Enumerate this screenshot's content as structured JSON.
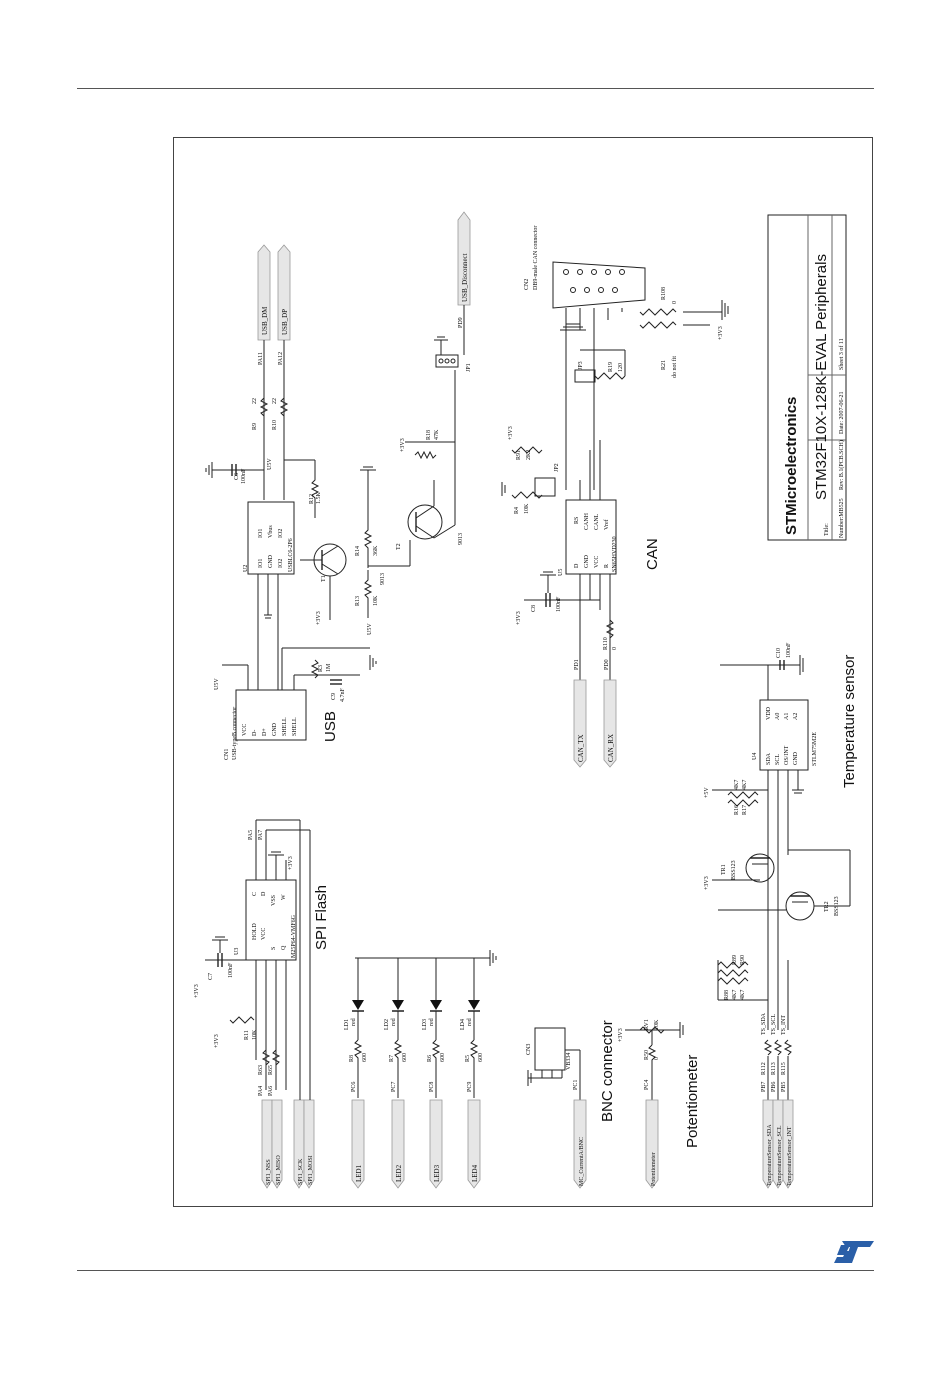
{
  "header": {},
  "footer": {
    "logo": "st-logo-icon"
  },
  "schematic": {
    "sections": {
      "usb": "USB",
      "spi_flash": "SPI Flash",
      "can": "CAN",
      "temperature": "Temperature sensor",
      "bnc": "BNC connector",
      "potentiometer": "Potentiometer"
    },
    "title_block": {
      "company": "STMicroelectronics",
      "title_label": "Title:",
      "title": "STM32F10X-128K-EVAL Peripherals",
      "number": "Number:MB525",
      "rev": "Rev: B.1(PCB.SCH)",
      "date": "Date: 2007-06-21",
      "sheet": "Sheet 3   of   11"
    },
    "usb_nets": {
      "dm": "USB_DM",
      "dp": "USB_DP",
      "disconnect": "USB_Disconnect"
    },
    "usb_pins": {
      "pa11": "PA11",
      "pa12": "PA12",
      "pd9": "PD9",
      "u5v": "U5V",
      "u5v2": "U5V",
      "u5v3": "U5V",
      "p3v3": "+3V3",
      "p3v3b": "+3V3"
    },
    "usb_parts": {
      "r9": "R9",
      "r9v": "22",
      "r10": "R10",
      "r10v": "22",
      "c6": "C6",
      "c6v": "100nF",
      "r12": "R12",
      "r12v": "1.5K",
      "r18": "R18",
      "r18v": "47K",
      "jp1": "JP1",
      "t1": "T1",
      "t1v": "9013",
      "t2": "T2",
      "t2v": "9013",
      "r14": "R14",
      "r14v": "36K",
      "r13": "R13",
      "r13v": "10K",
      "u2": "U2",
      "u2name": "USBLC6-2P6",
      "u2p1": "IO1",
      "u2p2": "GND",
      "u2p3": "IO2",
      "u2p4": "IO2",
      "u2p5": "Vbus",
      "u2p6": "IO1",
      "r3": "R3",
      "r3v": "1M",
      "c9": "C9",
      "c9v": "4.7nF",
      "cn1": "CN1",
      "cn1name": "USB-typeB connector",
      "cn1p1": "VCC",
      "cn1p2": "D-",
      "cn1p3": "D+",
      "cn1p4": "GND",
      "cn1p5": "SHELL",
      "cn1p6": "SHELL"
    },
    "can_parts": {
      "cn2": "CN2",
      "cn2name": "DB9-male CAN connector",
      "r108": "R108",
      "r108v": "0",
      "r21": "R21",
      "r21v": "do not fit",
      "jp3": "JP3",
      "r19": "R19",
      "r19v": "120",
      "r91": "R91",
      "r91v": "2K2",
      "jp2": "JP2",
      "r4": "R4",
      "r4v": "10K",
      "u5": "U5",
      "u5name": "SN65HVD230",
      "u5p1": "D",
      "u5p2": "GND",
      "u5p3": "VCC",
      "u5p4": "R",
      "u5p5": "Vref",
      "u5p6": "CANL",
      "u5p7": "CANH",
      "u5p8": "RS",
      "c8": "C8",
      "c8v": "100nF",
      "r110": "R110",
      "r110v": "0",
      "pd1": "PD1",
      "pd0": "PD0",
      "p3v3": "+3V3",
      "p3v3b": "+3V3",
      "can_tx": "CAN_TX",
      "can_rx": "CAN_RX"
    },
    "spi_parts": {
      "u3": "U3",
      "u3name": "M25P64-VMF6G",
      "u3p1": "S",
      "u3p2": "Q",
      "u3p3": "W",
      "u3p4": "VSS",
      "u3p5": "D",
      "u3p6": "C",
      "u3p7": "HOLD",
      "u3p8": "VCC",
      "c7": "C7",
      "c7v": "100nF",
      "r11": "R11",
      "r11v": "10K",
      "r63": "R63",
      "r65": "R65",
      "pa4": "PA4",
      "pa6": "PA6",
      "pa5": "PA5",
      "pa7": "PA7",
      "p3v3": "+3V3",
      "p3v3b": "+3V3",
      "p3v3c": "+3V3",
      "nss": "SPI1_NSS",
      "miso": "SPI1_MISO",
      "sck": "SPI1_SCK",
      "mosi": "SPI1_MOSI"
    },
    "led_parts": {
      "ld1": "LD1",
      "ld2": "LD2",
      "ld3": "LD3",
      "ld4": "LD4",
      "red": "red",
      "r8": "R8",
      "r7": "R7",
      "r6": "R6",
      "r5": "R5",
      "rv": "600",
      "pc6": "PC6",
      "pc7": "PC7",
      "pc8": "PC8",
      "pc9": "PC9",
      "led1": "LED1",
      "led2": "LED2",
      "led3": "LED3",
      "led4": "LED4"
    },
    "bnc_parts": {
      "cn3": "CN3",
      "cn3name": "VB334",
      "pc1": "PC1",
      "net": "MC_CurrentA/BNC"
    },
    "pot_parts": {
      "rv1": "RV1",
      "rv1v": "10K",
      "r50": "R50",
      "r50v": "0",
      "pc4": "PC4",
      "p3v3": "+3V3",
      "net": "Potentiometer"
    },
    "temp_parts": {
      "u4": "U4",
      "u4name": "STLM75M2E",
      "u4p1": "SDA",
      "u4p2": "SCL",
      "u4p3": "OS/INT",
      "u4p4": "GND",
      "u4p5": "A2",
      "u4p6": "A1",
      "u4p7": "A0",
      "u4p8": "VDD",
      "c10": "C10",
      "c10v": "100nF",
      "r16": "R16",
      "r17": "R17",
      "r88": "R88",
      "r89": "R89",
      "r90": "R90",
      "r4k7": "4K7",
      "tr1": "TR1",
      "tr1v": "BSS123",
      "tr2": "TR2",
      "tr2v": "BSS123",
      "r112": "R112",
      "r113": "R113",
      "r115": "R115",
      "pb7": "PB7",
      "pb6": "PB6",
      "pb5": "PB5",
      "ts_sda": "TS_SDA",
      "ts_scl": "TS_SCL",
      "ts_int": "TS_INT",
      "net_sda": "TemperatureSensor_SDA",
      "net_scl": "TemperatureSensor_SCL",
      "net_int": "TemperatureSensor_INT",
      "p5v": "+5V",
      "p3v3": "+3V3"
    }
  }
}
